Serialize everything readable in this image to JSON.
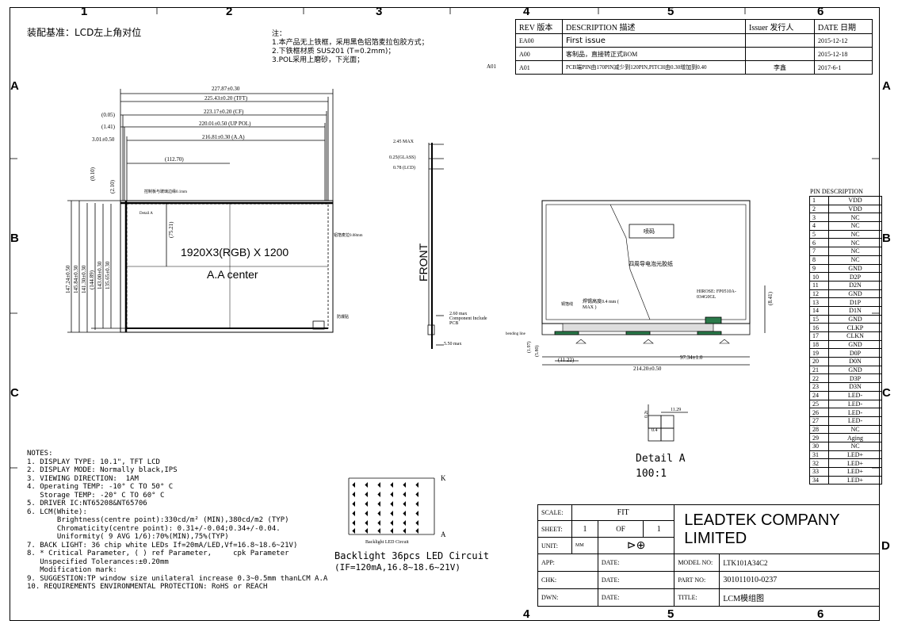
{
  "zones_top": [
    "1",
    "2",
    "3",
    "4",
    "5",
    "6"
  ],
  "zones_side": [
    "A",
    "B",
    "C",
    "D"
  ],
  "assembly_ref": "装配基准：LCD左上角对位",
  "note_head": "注：",
  "note_lines": [
    "1.本产品无上铁框，采用黑色铝箔麦拉包胶方式；",
    "2.下铁框材质 SUS201 (T=0.2mm)；",
    "3.POL采用上磨砂，下光面；"
  ],
  "rev_table": {
    "headers": [
      "REV 版本",
      "DESCRIPTION 描述",
      "Issuer 发行人",
      "DATE 日期"
    ],
    "rows": [
      [
        "EA00",
        "First issue",
        "",
        "2015-12-12"
      ],
      [
        "A00",
        "客制品，直接转正式BOM",
        "",
        "2015-12-18"
      ],
      [
        "A01",
        "PCB端PIN由170PIN减少到120PIN,PITCH由0.30增加到0.40",
        "李鑫",
        "2017-6-1"
      ]
    ]
  },
  "rev_marker": "A01",
  "dims_front": [
    "227.87±0.30",
    "225.43±0.20 (TFT)",
    "223.17±0.20 (CF)",
    "220.01±0.50 (UP POL)",
    "216.81±0.30 (A.A)",
    "3.01±0.50",
    "(1.41)",
    "(0.05)",
    "(112.70)"
  ],
  "dims_left": [
    "(0.10)",
    "(2.10)",
    "(75.21)",
    "147.24±0.50",
    "145.84±0.30",
    "141.30±0.30",
    "(144.89)",
    "143.00±0.30",
    "135.65±0.30"
  ],
  "aa_text": [
    "1920X3(RGB) X 1200",
    "A.A center"
  ],
  "small_labels": [
    "控制板与玻璃边缘0.1mm",
    "铝箔麦拉0.08mm",
    "防爆贴",
    "Detail A"
  ],
  "front_label": "FRONT",
  "side_dims": [
    "2.45 MAX",
    "0.25(GLASS)",
    "0.78 (LCD)",
    "2.60 max Component Include PCB",
    "5.50 max"
  ],
  "back_labels": {
    "sticker": "喷码",
    "tape": "四周导电泡光胶纸",
    "connector": "HIROSE: FP0510A-034G0GL",
    "mylar": "铜箔线",
    "solder": "焊锡高度0.4 mm ( MAX )",
    "bending": "bending line",
    "dims": [
      "(11.22)",
      "214.20±0.50",
      "97.34±1.0",
      "(8.41)",
      "(1.97)",
      "(5.80)"
    ]
  },
  "detail": {
    "title": "Detail A",
    "scale": "100:1",
    "dims": [
      "11.29",
      "0.2t",
      "0.4"
    ]
  },
  "pin_desc": {
    "title": "PIN DESCRIPTION",
    "pins": [
      "VDD",
      "VDD",
      "NC",
      "NC",
      "NC",
      "NC",
      "NC",
      "NC",
      "GND",
      "D2P",
      "D2N",
      "GND",
      "D1P",
      "D1N",
      "GND",
      "CLKP",
      "CLKN",
      "GND",
      "D0P",
      "D0N",
      "GND",
      "D3P",
      "D3N",
      "LED-",
      "LED-",
      "LED-",
      "LED-",
      "NC",
      "Aging",
      "NC",
      "LED+",
      "LED+",
      "LED+",
      "LED+"
    ]
  },
  "notes": [
    "NOTES:",
    "1. DISPLAY TYPE: 10.1\", TFT LCD",
    "2. DISPLAY MODE: Normally black,IPS",
    "3. VIEWING DIRECTION:  1AM",
    "4. Operating TEMP: -10° C TO 50° C",
    "   Storage TEMP: -20° C TO 60° C",
    "5. DRIVER IC:NT65208&NT65706",
    "6. LCM(White):",
    "       Brightness(centre point):330cd/m² (MIN),380cd/m2 (TYP)",
    "       Chromaticity(centre point): 0.31+/-0.04;0.34+/-0.04.",
    "       Uniformity( 9 AVG 1/6):70%(MIN),75%(TYP)",
    "7. BACK LIGHT: 36 chip white LEDs If=20mA/LED,Vf=16.8~18.6~21V)",
    "8. * Critical Parameter, ( ) ref Parameter,     cpk Parameter",
    "   Unspecified Tolerances:±0.20mm",
    "   Modification mark:",
    "9. SUGGESTION:TP window size unilateral increase 0.3~0.5mm thanLCM A.A",
    "10. REQUIREMENTS ENVIRONMENTAL PROTECTION: RoHS or REACH"
  ],
  "backlight": {
    "k": "K",
    "a": "A",
    "caption": "Backlight LED Circuit",
    "title": "Backlight 36pcs LED Circuit",
    "sub": "(IF=120mA,16.8~18.6~21V)"
  },
  "title_block": {
    "scale_l": "SCALE:",
    "scale_v": "FIT",
    "sheet_l": "SHEET:",
    "sheet_v1": "1",
    "sheet_of": "OF",
    "sheet_v2": "1",
    "unit_l": "UNIT:",
    "unit_v": "MM",
    "company": "LEADTEK COMPANY LIMITED",
    "app": "APP:",
    "chk": "CHK:",
    "dwn": "DWN:",
    "date": "DATE:",
    "model_l": "MODEL NO:",
    "model_v": "LTK101A34C2",
    "part_l": "PART NO:",
    "part_v": "301011010-0237",
    "title_l": "TITLE:",
    "title_v": "LCM模组图"
  }
}
